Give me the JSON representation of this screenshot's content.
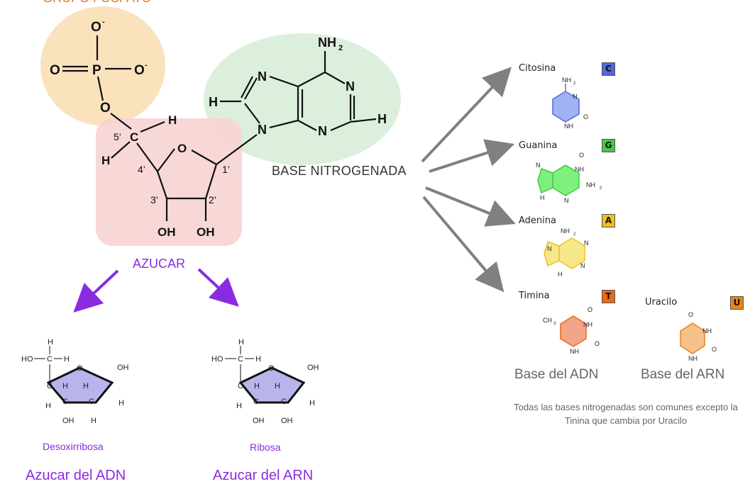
{
  "labels": {
    "phosphate_group": "GRUPO FOSFATO",
    "nitrogenous_base": "BASE NITROGENADA",
    "sugar": "AZUCAR"
  },
  "phosphate": {
    "o_top": "O",
    "o_left": "O",
    "p": "P",
    "o_right": "O",
    "o_bottom": "O",
    "minus": "-"
  },
  "adenine_main": {
    "nh2": "NH",
    "sub2": "2",
    "n": "N",
    "h": "H"
  },
  "sugar_ring": {
    "c": "C",
    "h": "H",
    "o": "O",
    "oh": "OH",
    "c5": "5’",
    "c4": "4’",
    "c3": "3’",
    "c2": "2’",
    "c1": "1’"
  },
  "bases": [
    {
      "name": "Citosina",
      "letter": "C",
      "color": "#5566dd",
      "fill": "#9fb3f2"
    },
    {
      "name": "Guanina",
      "letter": "G",
      "color": "#44c844",
      "fill": "#7ef07e"
    },
    {
      "name": "Adenina",
      "letter": "A",
      "color": "#f0c020",
      "fill": "#f5e88a"
    },
    {
      "name": "Timina",
      "letter": "T",
      "color": "#e86a1a",
      "fill": "#f2a58a"
    },
    {
      "name": "Uracilo",
      "letter": "U",
      "color": "#e8841a",
      "fill": "#f5c08a"
    }
  ],
  "base_atoms": {
    "nh2": "NH",
    "sub2": "2",
    "n": "N",
    "nh": "NH",
    "h": "H",
    "o": "O",
    "ch3": "CH",
    "sub3": "3"
  },
  "dna_base": "Base del ADN",
  "rna_base": "Base del ARN",
  "note": "Todas las bases nitrogenadas son comunes excepto la Tinina que cambia por Uracilo",
  "sugars": [
    {
      "name": "Desoxirribosa",
      "caption": "Azucar del ADN",
      "oh": "OH",
      "h": "H",
      "ho": "HO",
      "c": "C",
      "o": "O",
      "h_or_oh": "H"
    },
    {
      "name": "Ribosa",
      "caption": "Azucar del ARN",
      "oh": "OH",
      "h": "H",
      "ho": "HO",
      "c": "C",
      "o": "O",
      "h_or_oh": "OH"
    }
  ],
  "colors": {
    "phosphate_bg": "#f9dfb6",
    "base_bg": "#dcefdc",
    "sugar_bg": "#f7d3d3",
    "arrow_gray": "#808080",
    "arrow_purple": "#8a2be2",
    "ribose_fill": "#b7b5ec"
  }
}
